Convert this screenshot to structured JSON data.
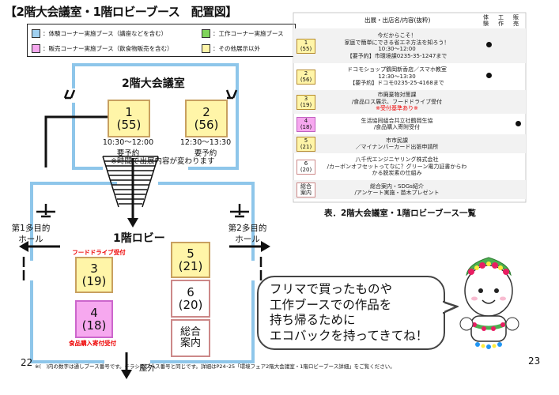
{
  "title": "【2階大会議室・1階ロビーブース　配置図】",
  "legend": {
    "blue": "：体験コーナー実施ブース（講座などを含む）",
    "green": "：工作コーナー実施ブース",
    "pink": "：販売コーナー実施ブース（飲食物販売を含む）",
    "yellow": "：その他展示以外"
  },
  "map": {
    "floor2": "2階大会議室",
    "booth1": {
      "n": "1",
      "sub": "(55)",
      "time": "10:30～12:00",
      "note": "要予約"
    },
    "booth2": {
      "n": "2",
      "sub": "(56)",
      "time": "12:30～13:30",
      "note": "要予約"
    },
    "time_note": "※時間で出展内容が変わります",
    "floor1": "1階ロビー",
    "hall1": "第1多目的\nホール",
    "hall2": "第2多目的\nホール",
    "food_drive": "フードドライブ受付",
    "booth3": {
      "n": "3",
      "sub": "(19)"
    },
    "booth4": {
      "n": "4",
      "sub": "(18)"
    },
    "food_sale": "食品購入寄付受付",
    "booth5": {
      "n": "5",
      "sub": "(21)"
    },
    "booth6": {
      "n": "6",
      "sub": "(20)"
    },
    "info": "総合\n案内",
    "outside": "屋外"
  },
  "table": {
    "header": "出展・出店名/内容(抜粋)",
    "cols": [
      "体験",
      "工作",
      "販売"
    ],
    "caption": "表．2階大会議室・1階ロビーブース一覧",
    "rows": [
      {
        "n": "1",
        "sub": "(55)",
        "lines": [
          "今だからこそ！",
          "家庭で簡単にできる省エネ方法を知ろう！",
          "10:30～12:00",
          "【要予約】市環境課0235-35-1247まで"
        ],
        "red": ""
      },
      {
        "n": "2",
        "sub": "(56)",
        "lines": [
          "ドコモショップ鶴岡新香店／スマホ教室",
          "12:30～13:30",
          "【要予約】ドコモ0235-25-4168まで"
        ],
        "red": ""
      },
      {
        "n": "3",
        "sub": "(19)",
        "lines": [
          "市廃棄物対策課",
          "/食品ロス展示、フードドライブ受付"
        ],
        "red": "※受付基準あり※"
      },
      {
        "n": "4",
        "sub": "(18)",
        "lines": [
          "生活協同組合共立社鶴岡生協",
          "/食品購入寄附受付"
        ],
        "red": ""
      },
      {
        "n": "5",
        "sub": "(21)",
        "lines": [
          "市市民課",
          "／マイナンバーカード出張申請所"
        ],
        "red": ""
      },
      {
        "n": "6",
        "sub": "(20)",
        "lines": [
          "八千代エンジニヤリング株式会社",
          "/カーボンオフセットってなに？グリーン電力証書からわ",
          "かる脱炭素の仕組み"
        ],
        "red": ""
      },
      {
        "n": "総合",
        "sub": "案内",
        "lines": [
          "総合案内・SDGs紹介",
          "/アンケート実施・苗木プレゼント"
        ],
        "red": ""
      }
    ]
  },
  "bubble": [
    "フリマで買ったものや",
    "工作ブースでの作品を",
    "持ち帰るために",
    "エコバックを持ってきてね！"
  ],
  "footer": "※(　)内の数字は通しブース番号です。チラシのブース番号と同じです。詳細はP24･25「環境フェア2階大会議室・1階ロビーブース詳細」をご覧ください。",
  "page_left": "22",
  "page_right": "23",
  "colors": {
    "yellow": "#fff5a8",
    "pink": "#f6a8ef",
    "blue": "#9fd0f0",
    "green": "#7fd45a"
  }
}
